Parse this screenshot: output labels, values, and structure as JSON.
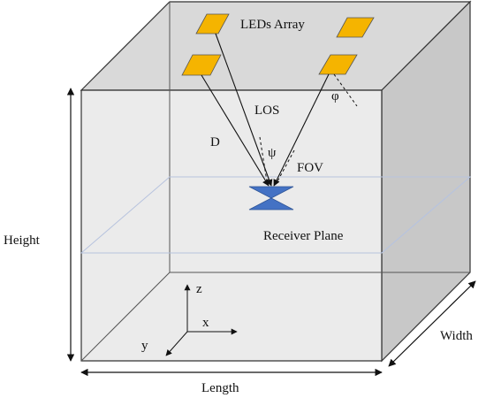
{
  "labels": {
    "leds_array": "LEDs Array",
    "los": "LOS",
    "d": "D",
    "psi": "ψ",
    "phi": "φ",
    "fov": "FOV",
    "receiver_plane": "Receiver Plane",
    "height": "Height",
    "length": "Length",
    "width": "Width",
    "axis_z": "z",
    "axis_x": "x",
    "axis_y": "y"
  },
  "colors": {
    "led_fill": "#F5B400",
    "receiver_fill": "#4472C4",
    "room_fill": "#E6E6E6",
    "side_face": "#C9C9C9",
    "top_face": "#D8D8D8",
    "edge": "#333333",
    "plane_line": "#B7C3DE"
  },
  "icons": {
    "led": "led-panel-icon",
    "receiver": "photodetector-icon"
  }
}
